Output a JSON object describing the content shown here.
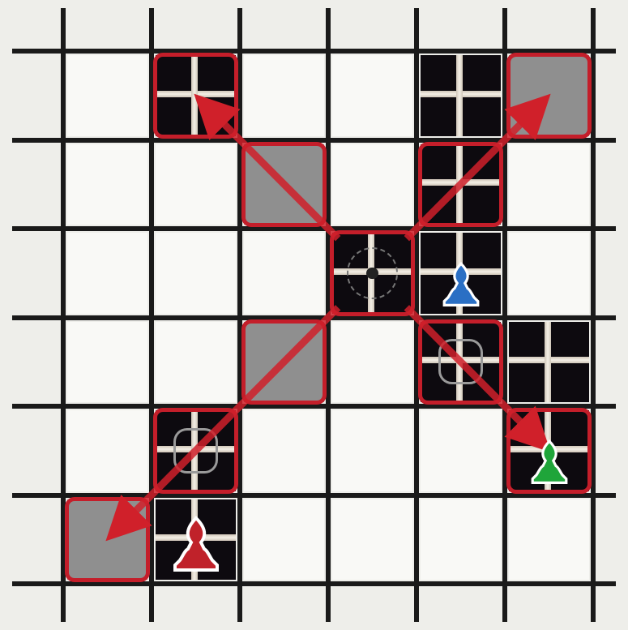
{
  "board": {
    "size": 6,
    "cells": [
      [
        "white",
        "dark",
        "white",
        "white",
        "dark",
        "gray"
      ],
      [
        "white",
        "white",
        "gray",
        "white",
        "dark",
        "white"
      ],
      [
        "white",
        "white",
        "white",
        "center",
        "dark",
        "white"
      ],
      [
        "white",
        "white",
        "gray",
        "white",
        "ornate",
        "dark"
      ],
      [
        "white",
        "ornate",
        "white",
        "white",
        "white",
        "dark"
      ],
      [
        "gray",
        "dark",
        "white",
        "white",
        "white",
        "white"
      ]
    ],
    "highlights": [
      [
        0,
        1
      ],
      [
        0,
        5
      ],
      [
        1,
        2
      ],
      [
        1,
        4
      ],
      [
        2,
        3
      ],
      [
        3,
        2
      ],
      [
        3,
        4
      ],
      [
        4,
        1
      ],
      [
        4,
        5
      ],
      [
        5,
        0
      ]
    ],
    "arrows": [
      {
        "from": [
          2,
          3
        ],
        "to": [
          0,
          1
        ]
      },
      {
        "from": [
          2,
          3
        ],
        "to": [
          0,
          5
        ]
      },
      {
        "from": [
          2,
          3
        ],
        "to": [
          5,
          0
        ]
      },
      {
        "from": [
          2,
          3
        ],
        "to": [
          4,
          5
        ]
      }
    ],
    "pieces": [
      {
        "name": "blue-piece",
        "color": "#2a6fc4",
        "row": 2,
        "col": 4
      },
      {
        "name": "green-piece",
        "color": "#1fa53a",
        "row": 4,
        "col": 5
      },
      {
        "name": "red-piece",
        "color": "#c0222a",
        "row": 5,
        "col": 1
      }
    ],
    "colors": {
      "highlight": "#c41e2a",
      "dark": "#0d0a0f",
      "gray": "#8f8f8f",
      "light": "#f9f9f6"
    }
  }
}
